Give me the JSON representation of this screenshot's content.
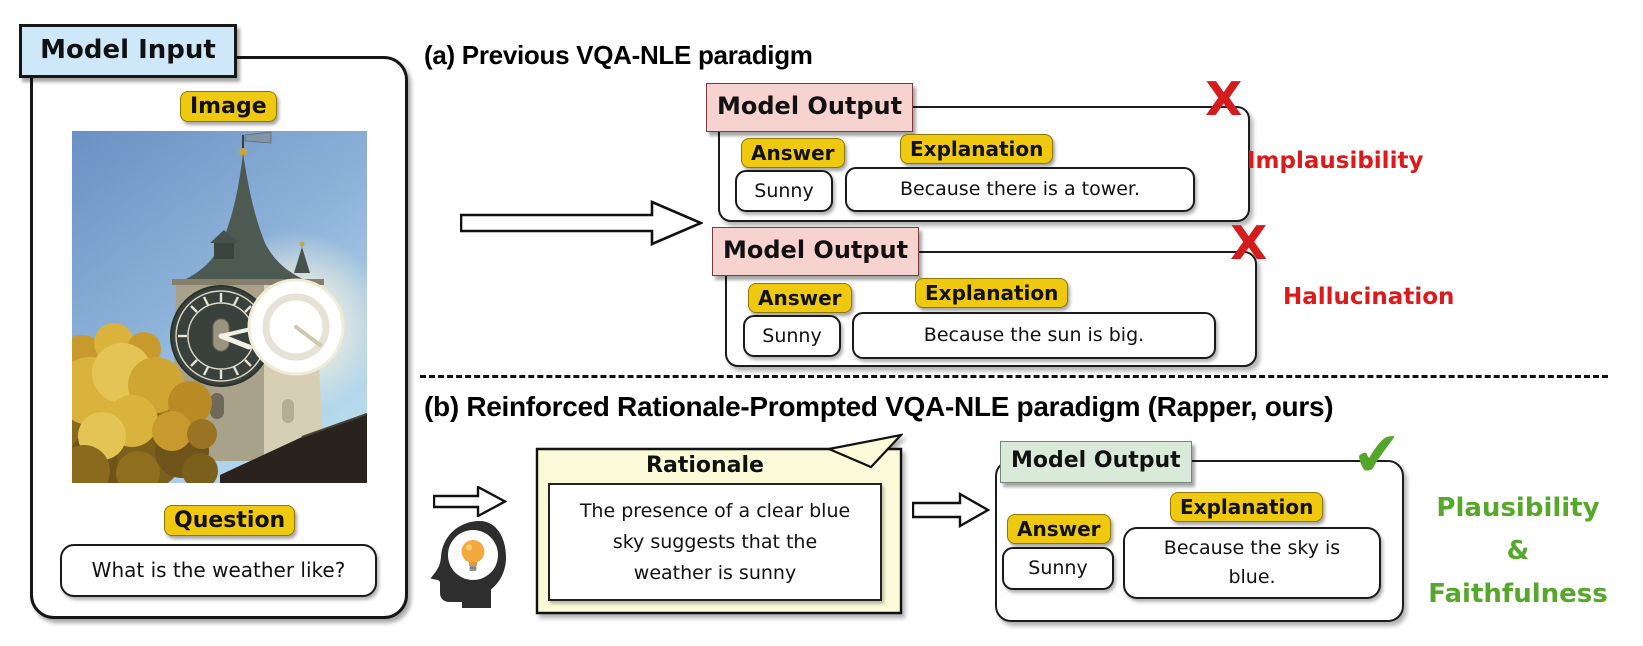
{
  "model_input": {
    "title": "Model Input",
    "image_label": "Image",
    "question_label": "Question",
    "question": "What is the weather like?"
  },
  "section_a": {
    "heading": "(a) Previous VQA-NLE paradigm",
    "x_mark": "X",
    "output1": {
      "title": "Model Output",
      "answer_label": "Answer",
      "answer": "Sunny",
      "explanation_label": "Explanation",
      "explanation": "Because there is a tower.",
      "issue": "Implausibility"
    },
    "output2": {
      "title": "Model Output",
      "answer_label": "Answer",
      "answer": "Sunny",
      "explanation_label": "Explanation",
      "explanation": "Because the sun is big.",
      "issue": "Hallucination"
    }
  },
  "section_b": {
    "heading": "(b) Reinforced Rationale-Prompted VQA-NLE paradigm (Rapper, ours)",
    "rationale": {
      "title": "Rationale",
      "lines": [
        "The presence of a clear blue",
        "sky suggests that the",
        "weather is sunny"
      ]
    },
    "output": {
      "title": "Model Output",
      "answer_label": "Answer",
      "answer": "Sunny",
      "explanation_label": "Explanation",
      "explanation_lines": [
        "Because the sky is",
        "blue."
      ]
    },
    "check_mark": "✔",
    "benefits": [
      "Plausibility",
      "&",
      "Faithfulness"
    ]
  },
  "colors": {
    "label_yellow": "#eec90f",
    "label_blue": "#cfe8f9",
    "label_pink": "#f7d3d0",
    "label_green": "#d9ead9",
    "note_yellow": "#fafad9",
    "error_red": "#d41c1c",
    "success_green": "#55a829"
  }
}
